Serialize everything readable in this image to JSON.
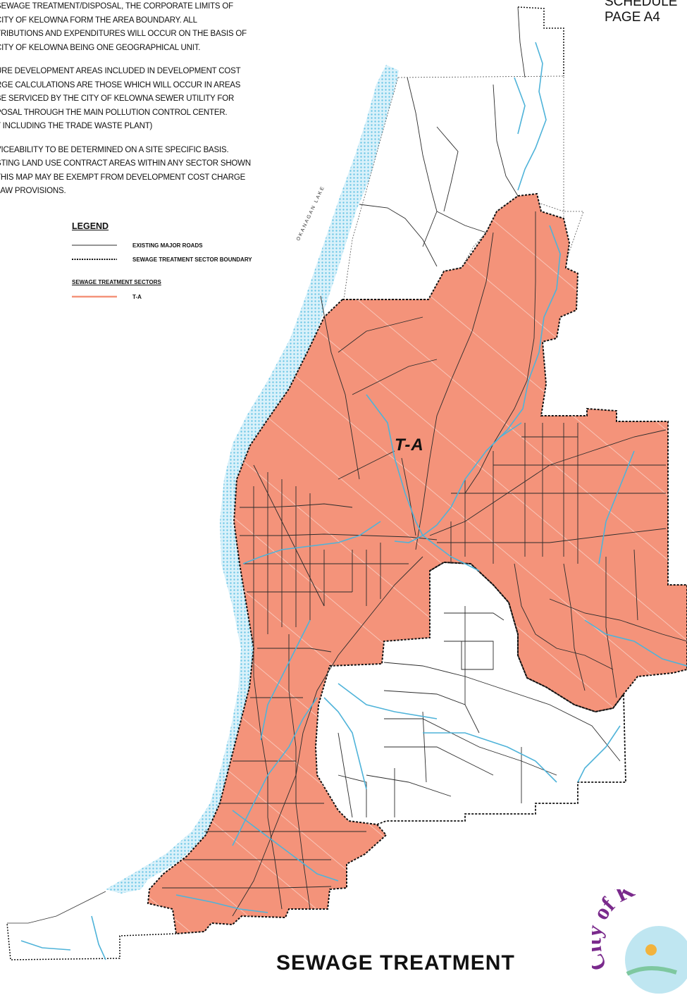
{
  "notes": {
    "paragraphs": [
      [
        "SEWAGE TREATMENT/DISPOSAL, THE CORPORATE LIMITS OF",
        "CITY OF KELOWNA FORM THE AREA BOUNDARY.  ALL",
        "TRIBUTIONS AND EXPENDITURES WILL OCCUR ON THE BASIS OF",
        "CITY OF KELOWNA BEING ONE GEOGRAPHICAL UNIT."
      ],
      [
        "URE DEVELOPMENT AREAS INCLUDED IN DEVELOPMENT COST",
        "RGE CALCULATIONS ARE THOSE WHICH WILL OCCUR IN AREAS",
        "BE SERVICED BY THE CITY OF KELOWNA SEWER UTILITY  FOR",
        "POSAL THROUGH THE MAIN POLLUTION CONTROL CENTER.",
        "T INCLUDING THE TRADE WASTE PLANT)"
      ],
      [
        "VICEABILITY TO BE DETERMINED ON A SITE SPECIFIC BASIS.",
        "STING LAND USE CONTRACT AREAS WITHIN ANY SECTOR SHOWN",
        "THIS MAP MAY BE EXEMPT FROM DEVELOPMENT COST CHARGE",
        "LAW PROVISIONS."
      ]
    ]
  },
  "schedule": {
    "line1": "SCHEDULE",
    "line2": "PAGE A4"
  },
  "legend": {
    "title": "LEGEND",
    "roads_label": "EXISTING MAJOR ROADS",
    "boundary_label": "SEWAGE TREATMENT SECTOR BOUNDARY",
    "sectors_heading": "SEWAGE TREATMENT SECTORS",
    "sector_ta_label": "T-A"
  },
  "map": {
    "lake_label": "OKANAGAN LAKE",
    "sector_label": "T-A",
    "colors": {
      "sector_fill": "#f4937a",
      "lake": "#9fd8ee",
      "creek": "#4fb3d9",
      "road": "#2b2b2b",
      "boundary": "#111111"
    }
  },
  "footer": {
    "title": "SEWAGE TREATMENT"
  },
  "seal": {
    "text": "City of K"
  }
}
